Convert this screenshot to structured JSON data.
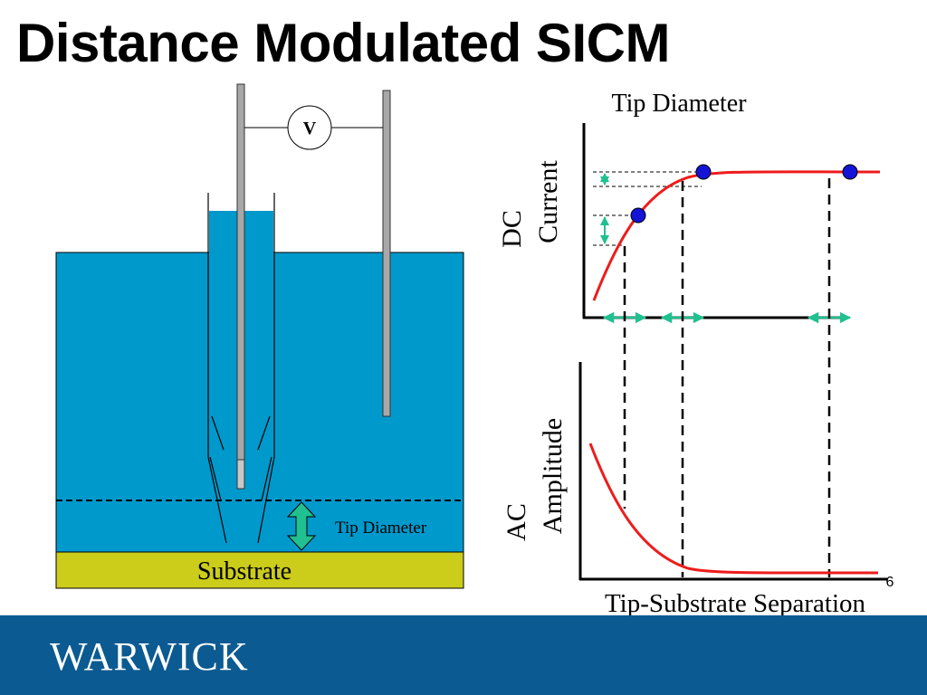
{
  "title": "Distance Modulated SICM",
  "voltmeter_label": "V",
  "substrate_label": "Substrate",
  "tip_diameter_inline": "Tip Diameter",
  "top_graph": {
    "top_label": "Tip Diameter",
    "ylabel_line1": "DC",
    "ylabel_line2": "Current"
  },
  "bottom_graph": {
    "ylabel_line1": "AC",
    "ylabel_line2": "Amplitude",
    "xlabel": "Tip-Substrate Separation"
  },
  "slide_number": "6",
  "logo": "WARWICK",
  "colors": {
    "electrolyte": "#0099cc",
    "substrate": "#cccc1a",
    "curve": "#ee1c1c",
    "marker": "#1414d6",
    "arrow": "#20c090",
    "footer": "#0b5a91"
  }
}
